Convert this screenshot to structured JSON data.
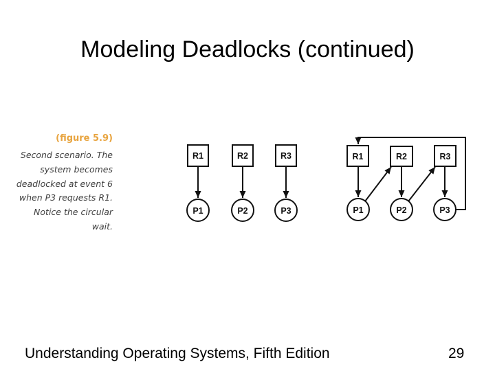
{
  "slide": {
    "title": "Modeling Deadlocks (continued)"
  },
  "caption": {
    "figure_label": "(figure 5.9)",
    "lines": [
      "Second scenario. The",
      "system becomes",
      "deadlocked at event 6",
      "when P3 requests R1.",
      "Notice the circular wait."
    ]
  },
  "figure": {
    "left_graph": {
      "description": "Resource graph before deadlock: each resource allocated to one process",
      "resources": [
        "R1",
        "R2",
        "R3"
      ],
      "processes": [
        "P1",
        "P2",
        "P3"
      ],
      "edges": [
        "R1->P1",
        "R2->P2",
        "R3->P3"
      ]
    },
    "right_graph": {
      "description": "Deadlocked resource graph with circular wait",
      "resources": [
        "R1",
        "R2",
        "R3"
      ],
      "processes": [
        "P1",
        "P2",
        "P3"
      ],
      "edges": [
        "R1->P1",
        "R2->P2",
        "R3->P3",
        "P1->R2",
        "P2->R3",
        "P3->R1"
      ]
    }
  },
  "footer": {
    "book": "Understanding Operating Systems, Fifth Edition",
    "page": "29"
  },
  "colors": {
    "figure_label_accent": "#e8a43f",
    "caption_text": "#3f3f3f",
    "diagram_stroke": "#111111",
    "background": "#ffffff"
  }
}
